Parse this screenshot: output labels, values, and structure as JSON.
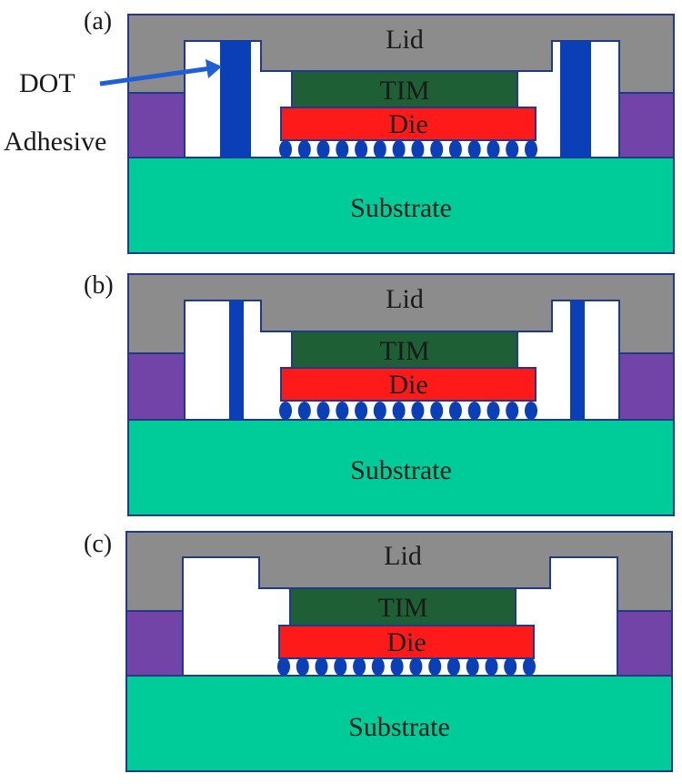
{
  "panels": [
    {
      "id": "a",
      "panel_label": "(a)",
      "lid": "Lid",
      "tim": "TIM",
      "die": "Die",
      "substrate": "Substrate",
      "has_dot": true,
      "dot_style": "wide"
    },
    {
      "id": "b",
      "panel_label": "(b)",
      "lid": "Lid",
      "tim": "TIM",
      "die": "Die",
      "substrate": "Substrate",
      "has_dot": true,
      "dot_style": "narrow"
    },
    {
      "id": "c",
      "panel_label": "(c)",
      "lid": "Lid",
      "tim": "TIM",
      "die": "Die",
      "substrate": "Substrate",
      "has_dot": false,
      "dot_style": "none"
    }
  ],
  "callouts": {
    "dot": "DOT",
    "adhesive": "Adhesive"
  },
  "colors": {
    "lid": "#8c8c8c",
    "tim": "#1f5f36",
    "die": "#ff1a1a",
    "substrate": "#00cc99",
    "adhesive": "#7344a8",
    "dot": "#0a3fb8",
    "solder": "#0a3fb8",
    "outline": "#1f3a8a",
    "cavity": "#ffffff",
    "arrow": "#1f5fd6"
  }
}
